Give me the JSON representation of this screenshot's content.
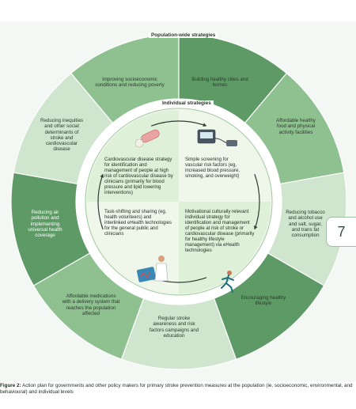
{
  "colors": {
    "dark": "#5e9a66",
    "light": "#8fc090",
    "pale": "#cfe5cd",
    "inner_fill": "#eef6ea",
    "inner_alt": "#dcefd6"
  },
  "ring_titles": {
    "outer": "Population-wide strategies",
    "inner": "Individual strategies"
  },
  "population_strategies": [
    "Improving socioeconomic conditions and reducing poverty",
    "Building healthy cities and homes",
    "Affordable healthy food and physical activity facilities",
    "Reducing tobacco and alcohol use and salt, sugar, and trans fat consumption",
    "Encouraging healthy lifestyle",
    "Regular stroke awareness and risk factors campaigns and education",
    "Affordable medications with a delivery system that reaches the population affected",
    "Reducing air pollution and implementing universal health coverage",
    "Reducing inequities and other social determinants of stroke and cardiovascular disease"
  ],
  "individual_strategies": [
    "Cardiovascular disease strategy for identification and management of people at high risk of cardiovascular disease by clinicians (primarily for blood pressure and lipid lowering interventions)",
    "Simple screening for vascular risk factors (eg, increased blood pressure, smoking, and overweight)",
    "Motivational culturally relevant individual strategy for identification and management of people at risk of stroke or cardiovascular disease (primarily for healthy lifestyle management) via eHealth technologies",
    "Task-shifting and sharing (eg, health volunteers) and interlinked eHealth technologies for the general public and clinicians"
  ],
  "icons": [
    "pills-icon",
    "blood-pressure-monitor-icon",
    "runner-icon",
    "doctor-tablet-icon"
  ],
  "page_number": "7",
  "caption": {
    "label": "Figure 2:",
    "text": " Action plan for governments and other policy makers for primary stroke prevention measures at the population (ie, socioeconomic, environmental, and behavioural) and individual levels"
  }
}
